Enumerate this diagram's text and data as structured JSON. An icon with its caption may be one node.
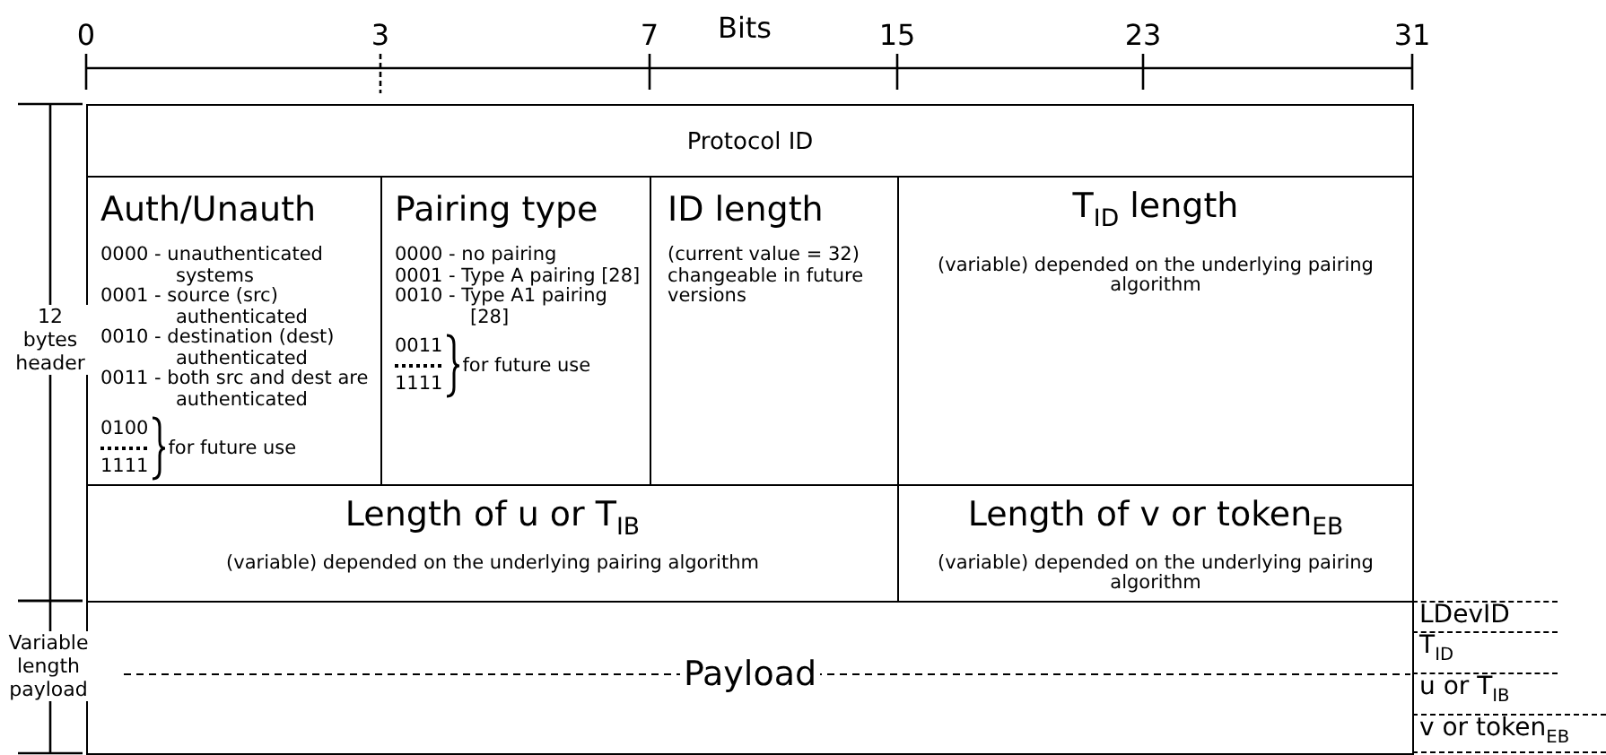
{
  "diagram": {
    "nodes": [
      {
        "text": [
          "Protocol ID"
        ]
      },
      {
        "text": [
          "Auth/Unauth",
          "0000 - unauthenticated systems",
          "0001 - source (src) authenticated",
          "0010 - destination (dest) authenticated",
          "0011 - both src and dest are authenticated",
          "0100",
          "1111",
          "for future use"
        ]
      },
      {
        "text": [
          "Pairing type",
          "0000 - no pairing",
          "0001 - Type A pairing [28]",
          "0010 - Type A1 pairing [28]",
          "0011",
          "1111",
          "for future use"
        ]
      },
      {
        "text": [
          "ID length",
          "(current value = 32) changeable in future versions"
        ]
      },
      {
        "text": [
          "T$_{ID}$ length",
          "(variable) depended on the underlying pairing algorithm"
        ]
      },
      {
        "text": [
          "Length of u or T$_{IB}$",
          "(variable) depended on the underlying pairing algorithm"
        ]
      },
      {
        "text": [
          "Length of v or token$_{EB}$",
          "(variable) depended on the underlying pairing algorithm"
        ]
      },
      {
        "text": [
          "Payload"
        ]
      },
      {
        "text": [
          "LDevID"
        ]
      },
      {
        "text": [
          "T$_{ID}$"
        ]
      },
      {
        "text": [
          "u or T$_{IB}$"
        ]
      },
      {
        "text": [
          "v or token$_{EB}$"
        ]
      }
    ],
    "labels": [
      "0",
      "3",
      "7",
      "Bits",
      "15",
      "23",
      "31",
      "12 bytes header",
      "Variable length payload"
    ]
  }
}
